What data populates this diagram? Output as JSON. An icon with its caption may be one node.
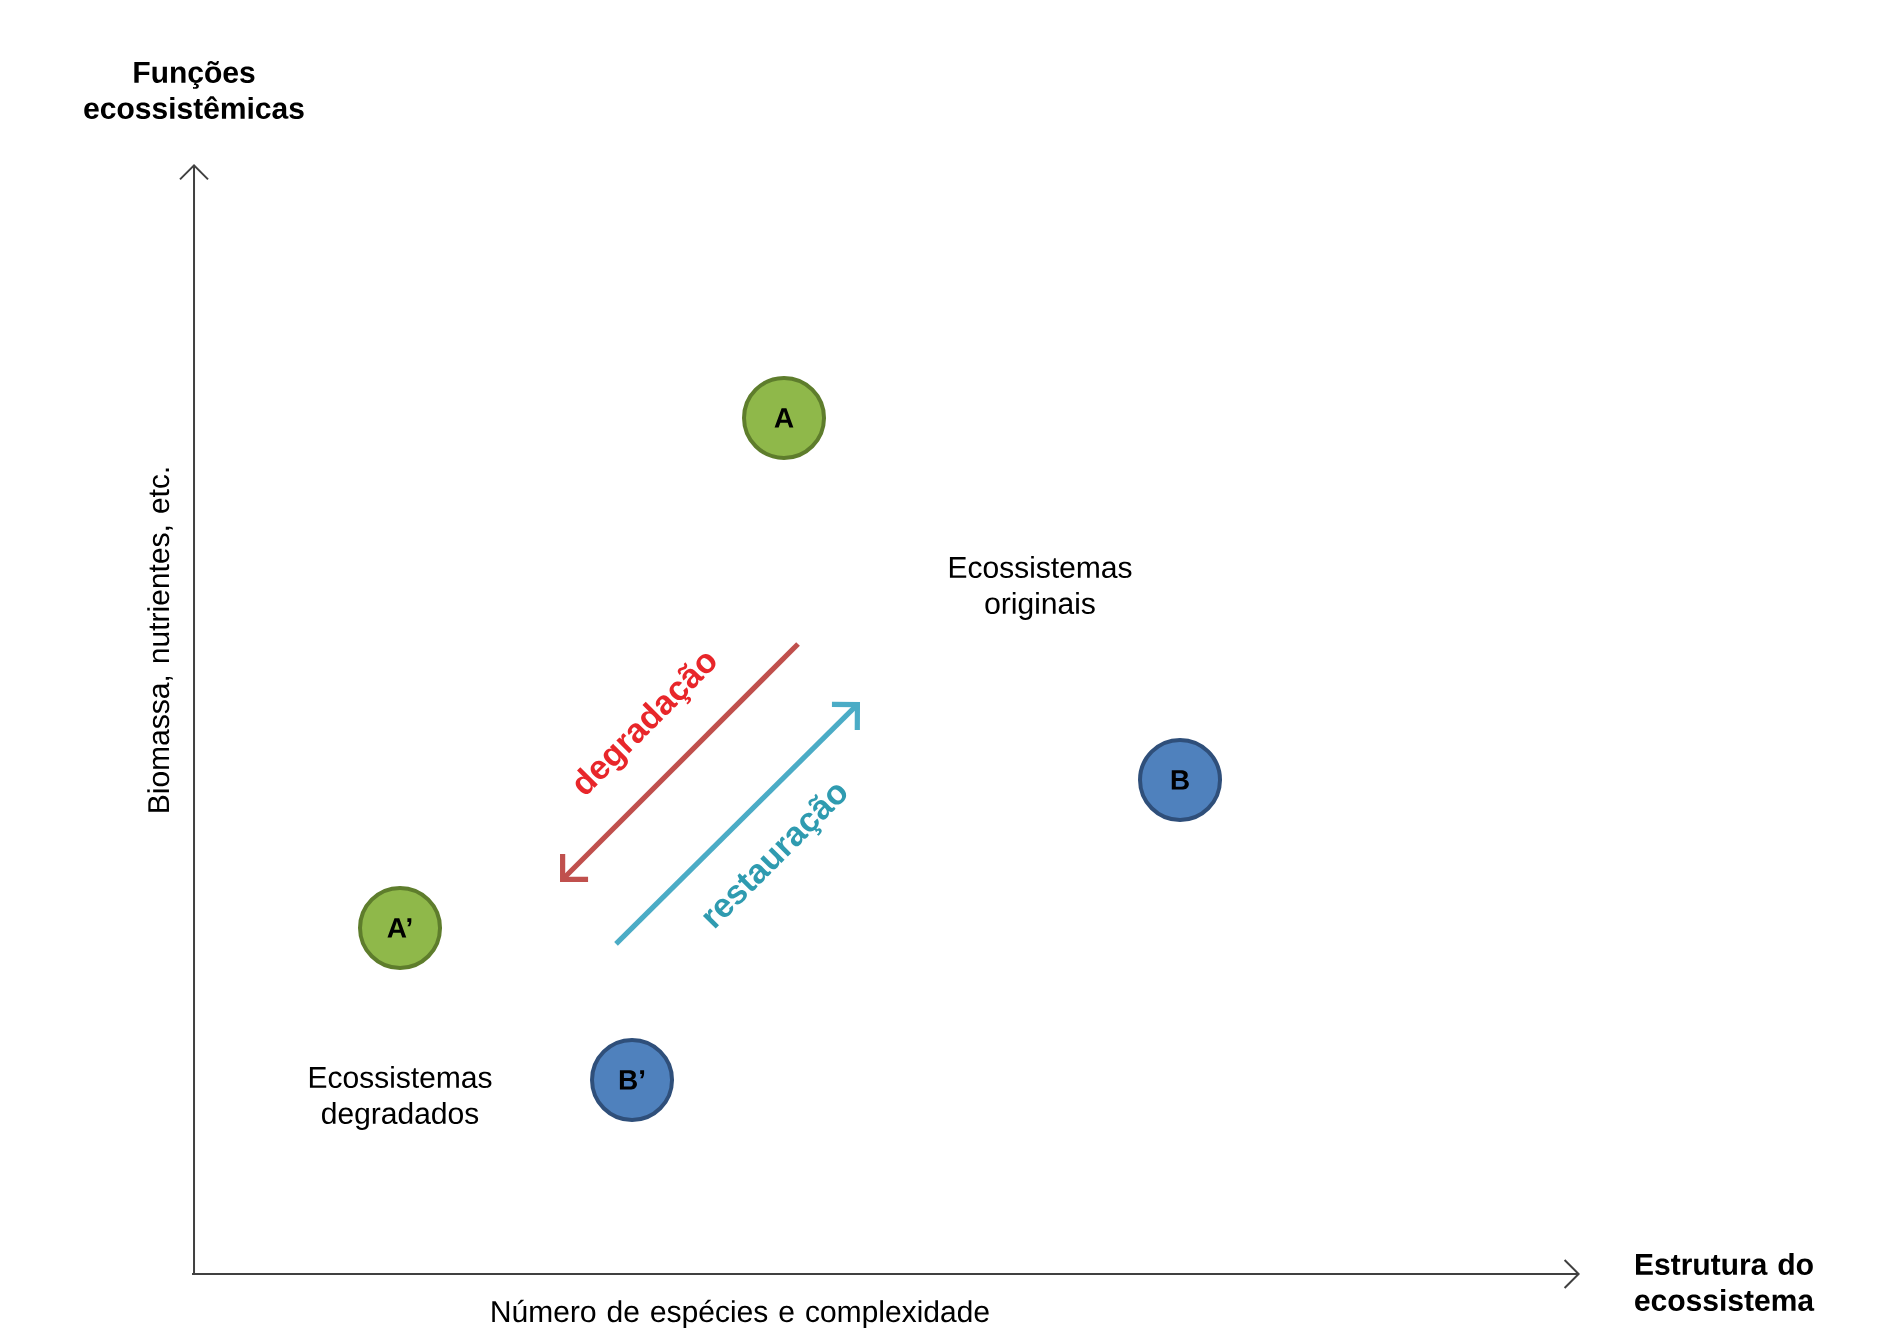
{
  "diagram": {
    "nodes": [
      {
        "text": [
          "A"
        ]
      },
      {
        "text": [
          "B"
        ]
      },
      {
        "text": [
          "A’"
        ]
      },
      {
        "text": [
          "B’"
        ]
      }
    ],
    "labels": [
      "Funções ecossistêmicas",
      "Biomassa, nutrientes, etc.",
      "Ecossistemas originais",
      "degradação",
      "restauração",
      "Ecossistemas degradados",
      "Estrutura do ecossistema",
      "Número de espécies e complexidade"
    ]
  }
}
